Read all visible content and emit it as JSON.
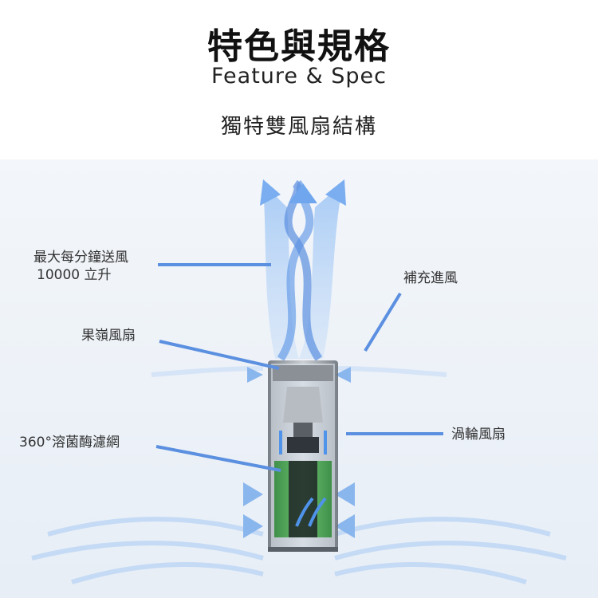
{
  "header": {
    "title": "特色與規格",
    "subtitle": "Feature & Spec",
    "caption": "獨特雙風扇結構"
  },
  "labels": {
    "airflow_line1": "最大每分鐘送風",
    "airflow_line2": "10000 立升",
    "intake": "補充進風",
    "fruit_fan": "果嶺風扇",
    "filter": "360°溶菌酶濾網",
    "turbo_fan": "渦輪風扇"
  },
  "colors": {
    "callout_line": "#5b8fe0",
    "airflow": "#7aaef0",
    "background": "#eef3f8"
  }
}
